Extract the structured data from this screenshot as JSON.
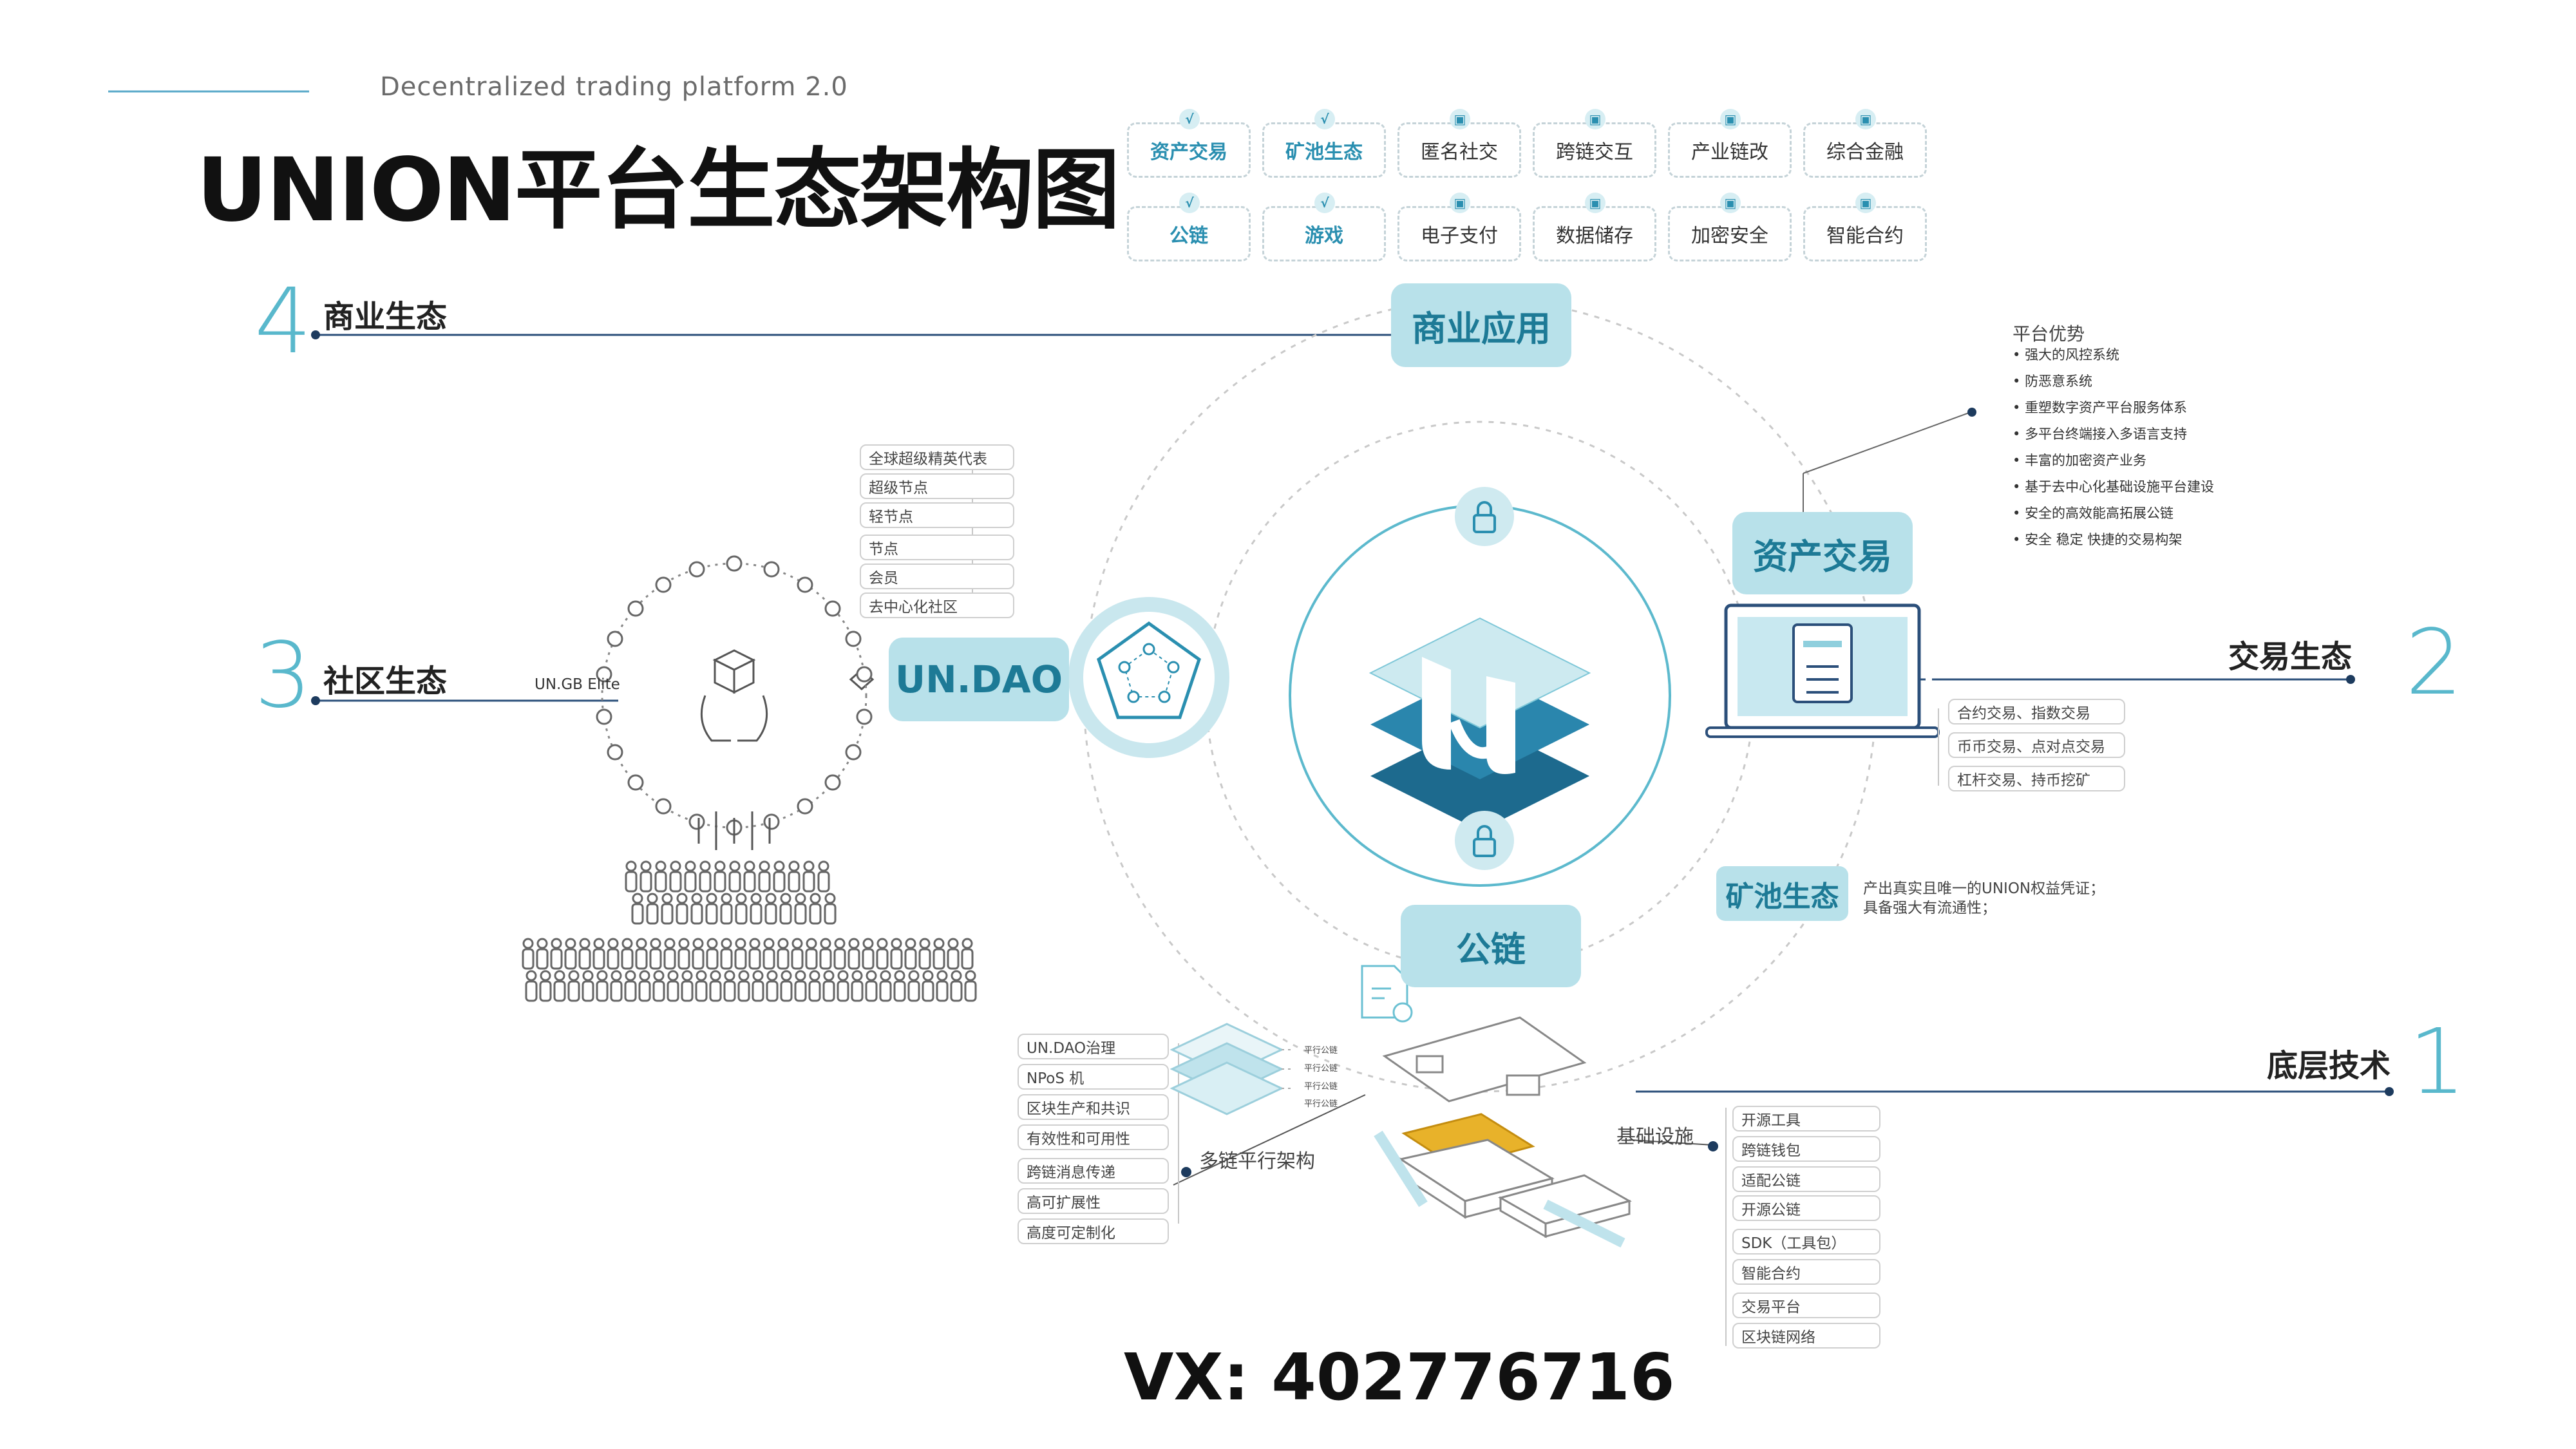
{
  "header": {
    "subtitle": "Decentralized trading platform 2.0",
    "title": "UNION平台生态架构图"
  },
  "tags": [
    {
      "label": "资产交易",
      "icon": "check",
      "highlight": true
    },
    {
      "label": "矿池生态",
      "icon": "check",
      "highlight": true
    },
    {
      "label": "匿名社交",
      "icon": "lock",
      "highlight": false
    },
    {
      "label": "跨链交互",
      "icon": "lock",
      "highlight": false
    },
    {
      "label": "产业链改",
      "icon": "lock",
      "highlight": false
    },
    {
      "label": "综合金融",
      "icon": "lock",
      "highlight": false
    },
    {
      "label": "公链",
      "icon": "check",
      "highlight": true
    },
    {
      "label": "游戏",
      "icon": "check",
      "highlight": true
    },
    {
      "label": "电子支付",
      "icon": "lock",
      "highlight": false
    },
    {
      "label": "数据储存",
      "icon": "lock",
      "highlight": false
    },
    {
      "label": "加密安全",
      "icon": "lock",
      "highlight": false
    },
    {
      "label": "智能合约",
      "icon": "lock",
      "highlight": false
    }
  ],
  "sections": {
    "s4": {
      "number": "4",
      "label": "商业生态"
    },
    "s3": {
      "number": "3",
      "label": "社区生态"
    },
    "s2": {
      "number": "2",
      "label": "交易生态"
    },
    "s1": {
      "number": "1",
      "label": "底层技术"
    }
  },
  "hubs": {
    "commercial": "商业应用",
    "asset_trading": "资产交易",
    "undao": "UN.DAO",
    "mining": "矿池生态",
    "public_chain": "公链"
  },
  "community": {
    "elite_label": "UN.GB Elite",
    "roles": [
      "全球超级精英代表",
      "超级节点",
      "轻节点",
      "节点",
      "会员",
      "去中心化社区"
    ]
  },
  "platform_advantages": {
    "heading": "平台优势",
    "items": [
      "强大的风控系统",
      "防恶意系统",
      "重塑数字资产平台服务体系",
      "多平台终端接入多语言支持",
      "丰富的加密资产业务",
      "基于去中心化基础设施平台建设",
      "安全的高效能高拓展公链",
      "安全 稳定 快捷的交易构架"
    ]
  },
  "trading_types": [
    "合约交易、指数交易",
    "币币交易、点对点交易",
    "杠杆交易、持币挖矿"
  ],
  "mining_desc": [
    "产出真实且唯一的UNION权益凭证；",
    "具备强大有流通性；"
  ],
  "multichain": {
    "label": "多链平行架构",
    "items": [
      "UN.DAO治理",
      "NPoS 机",
      "区块生产和共识",
      "有效性和可用性",
      "跨链消息传递",
      "高可扩展性",
      "高度可定制化"
    ],
    "layer_label": "平行公链"
  },
  "infrastructure": {
    "label": "基础设施",
    "items": [
      "开源工具",
      "跨链钱包",
      "适配公链",
      "开源公链",
      "SDK（工具包）",
      "智能合约",
      "交易平台",
      "区块链网络"
    ]
  },
  "footer": {
    "contact": "VX: 402776716"
  },
  "colors": {
    "accent": "#59b8cc",
    "hub_bg": "#b8e1ea",
    "hub_text": "#1d7a96",
    "dark_blue": "#1d5f86",
    "line": "#2b4f7a"
  }
}
